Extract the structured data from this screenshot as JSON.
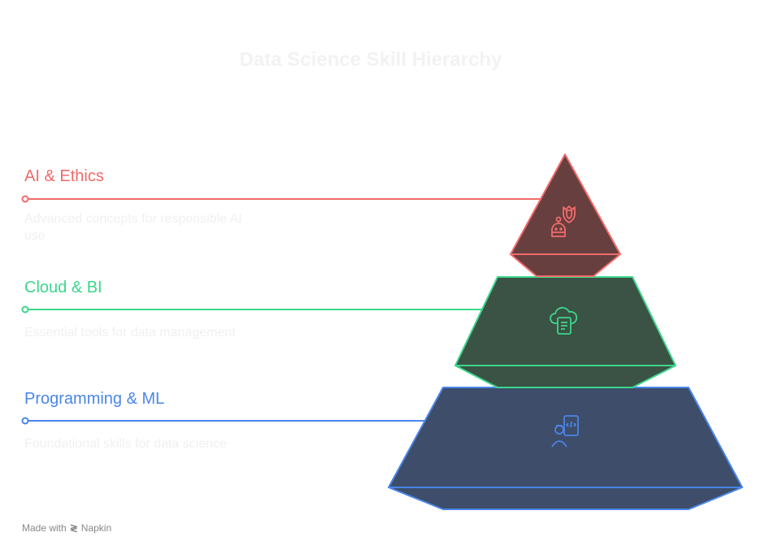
{
  "title": "Data Science Skill Hierarchy",
  "levels": [
    {
      "label": "AI & Ethics",
      "description": "Advanced concepts for responsible AI use",
      "color": "#f26b6b",
      "fill": "#683f3f",
      "icon": "robot-shield-icon"
    },
    {
      "label": "Cloud & BI",
      "description": "Essential tools for data management",
      "color": "#3dd68c",
      "fill": "#3a5344",
      "icon": "cloud-document-icon"
    },
    {
      "label": "Programming & ML",
      "description": "Foundational skills for data science",
      "color": "#4a86e8",
      "fill": "#3d4d6a",
      "icon": "developer-code-icon"
    }
  ],
  "footer": {
    "made_with": "Made with",
    "brand": "Napkin"
  }
}
